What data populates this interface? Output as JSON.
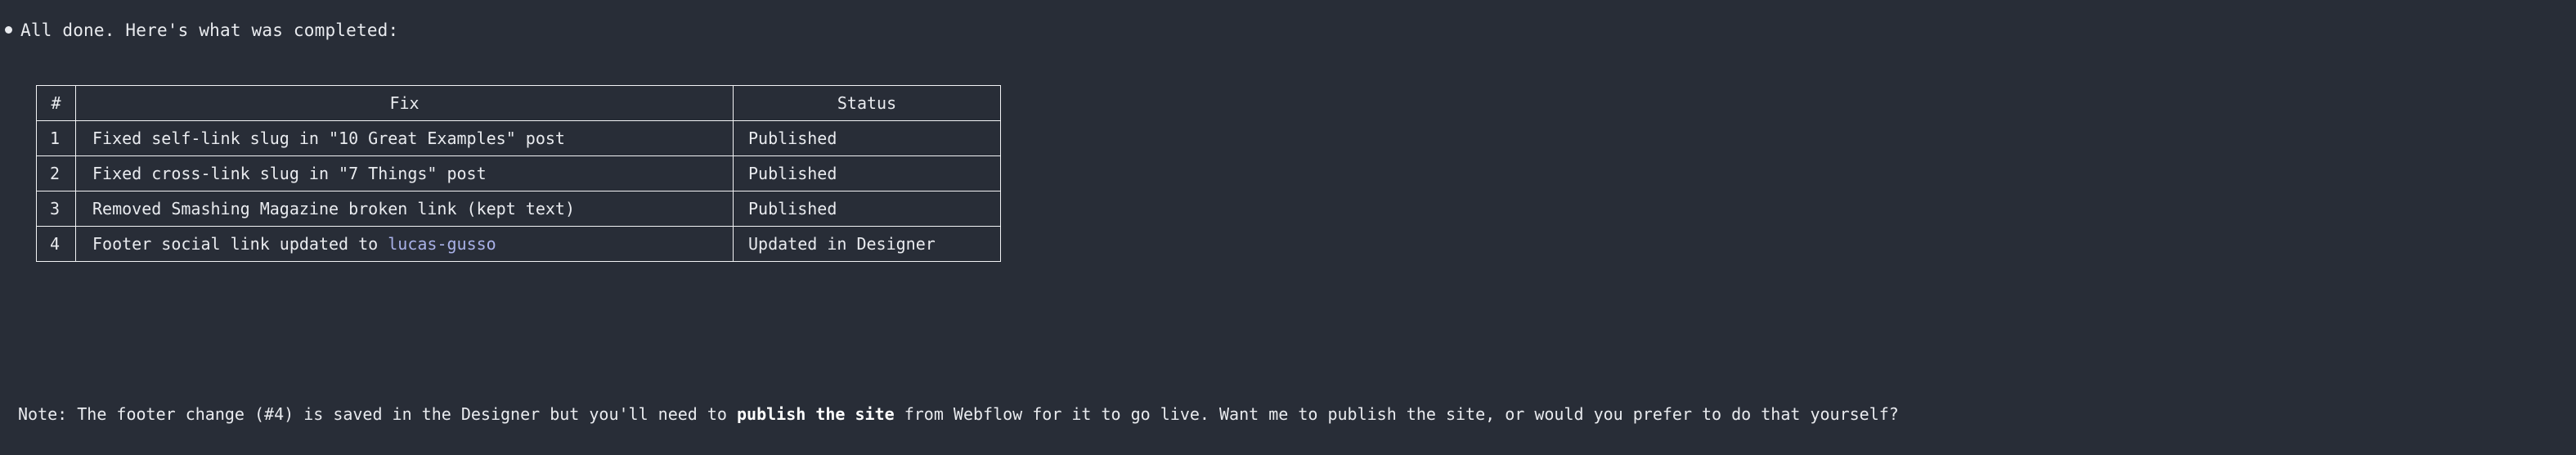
{
  "theme": {
    "background": "#282d37",
    "text": "#e9ebef",
    "border": "#f2f3f5",
    "link": "#a9b1e8"
  },
  "intro": {
    "bullet_icon": "bullet-dot-icon",
    "text": "All done. Here's what was completed:"
  },
  "table": {
    "columns": [
      "#",
      "Fix",
      "Status"
    ],
    "rows": [
      {
        "num": "1",
        "fix_prefix": "Fixed self-link slug in \"10 Great Examples\" post",
        "fix_link": "",
        "fix_suffix": "",
        "status": "Published"
      },
      {
        "num": "2",
        "fix_prefix": "Fixed cross-link slug in \"7 Things\" post",
        "fix_link": "",
        "fix_suffix": "",
        "status": "Published"
      },
      {
        "num": "3",
        "fix_prefix": "Removed Smashing Magazine broken link (kept text)",
        "fix_link": "",
        "fix_suffix": "",
        "status": "Published"
      },
      {
        "num": "4",
        "fix_prefix": "Footer social link updated to ",
        "fix_link": "lucas-gusso",
        "fix_suffix": "",
        "status": "Updated in Designer"
      }
    ]
  },
  "note": {
    "part1": "Note: The footer change (#4) is saved in the Designer but you'll need to ",
    "bold": "publish the site",
    "part2": " from Webflow for it to go live. Want me to publish the site, or would you prefer to do that yourself?"
  }
}
